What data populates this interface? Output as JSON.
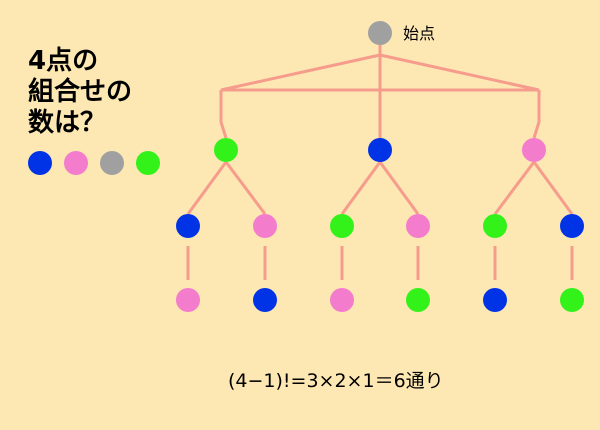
{
  "question_lines": [
    "4点の",
    "組合せの",
    "数は？"
  ],
  "start_label": "始点",
  "formula": "(4−1)!=3×2×1＝6通り",
  "colors": {
    "blue": "#0033e6",
    "pink": "#f47ccd",
    "gray": "#a0a0a0",
    "green": "#33f21a",
    "line": "#f59c8c"
  },
  "legend": [
    "blue",
    "pink",
    "gray",
    "green"
  ],
  "tree": {
    "root": "gray",
    "branches": [
      {
        "color": "green",
        "children": [
          {
            "color": "blue",
            "leaf": "pink"
          },
          {
            "color": "pink",
            "leaf": "blue"
          }
        ]
      },
      {
        "color": "blue",
        "children": [
          {
            "color": "green",
            "leaf": "pink"
          },
          {
            "color": "pink",
            "leaf": "green"
          }
        ]
      },
      {
        "color": "pink",
        "children": [
          {
            "color": "green",
            "leaf": "blue"
          },
          {
            "color": "blue",
            "leaf": "green"
          }
        ]
      }
    ]
  }
}
